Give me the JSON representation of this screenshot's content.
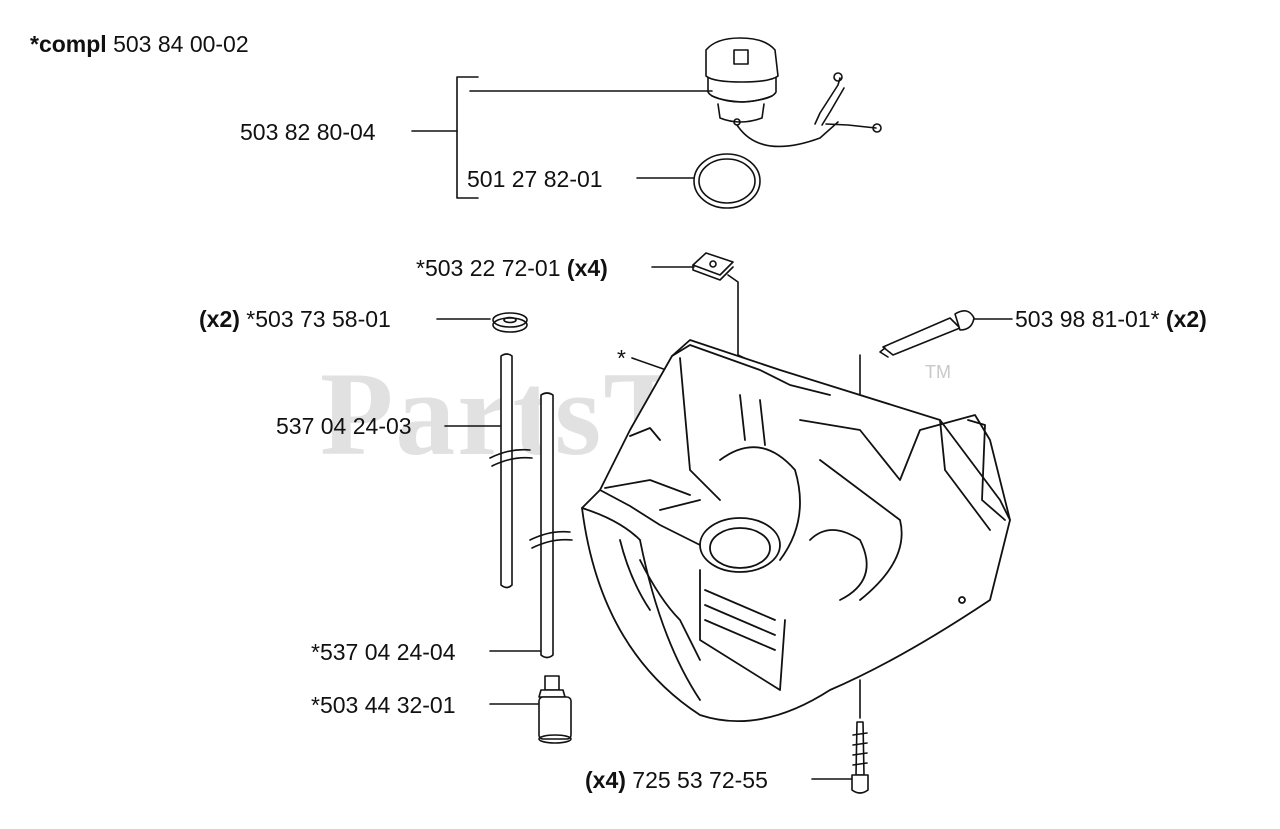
{
  "watermark": {
    "text": "PartsTree",
    "tm": "TM"
  },
  "labels": {
    "compl": {
      "bold": "*compl",
      "text": " 503 84 00-02"
    },
    "fuel_cap": {
      "text": "503 82 80-04"
    },
    "o_ring": {
      "text": "501 27 82-01"
    },
    "nut": {
      "text": "*503 22 72-01 ",
      "bold": "(x4)"
    },
    "grommet": {
      "bold": "(x2)",
      "text": " *503 73 58-01"
    },
    "screw_long": {
      "text": "503 98 81-01* ",
      "bold": "(x2)"
    },
    "asterisk": {
      "text": "*"
    },
    "hose_1": {
      "text": "537 04 24-03"
    },
    "hose_2": {
      "text": "*537 04 24-04"
    },
    "fuel_filter": {
      "text": "*503 44 32-01"
    },
    "screw_bottom": {
      "bold": "(x4)",
      "text": " 725 53 72-55"
    }
  },
  "colors": {
    "line": "#111111",
    "watermark": "#c8c8c8"
  }
}
